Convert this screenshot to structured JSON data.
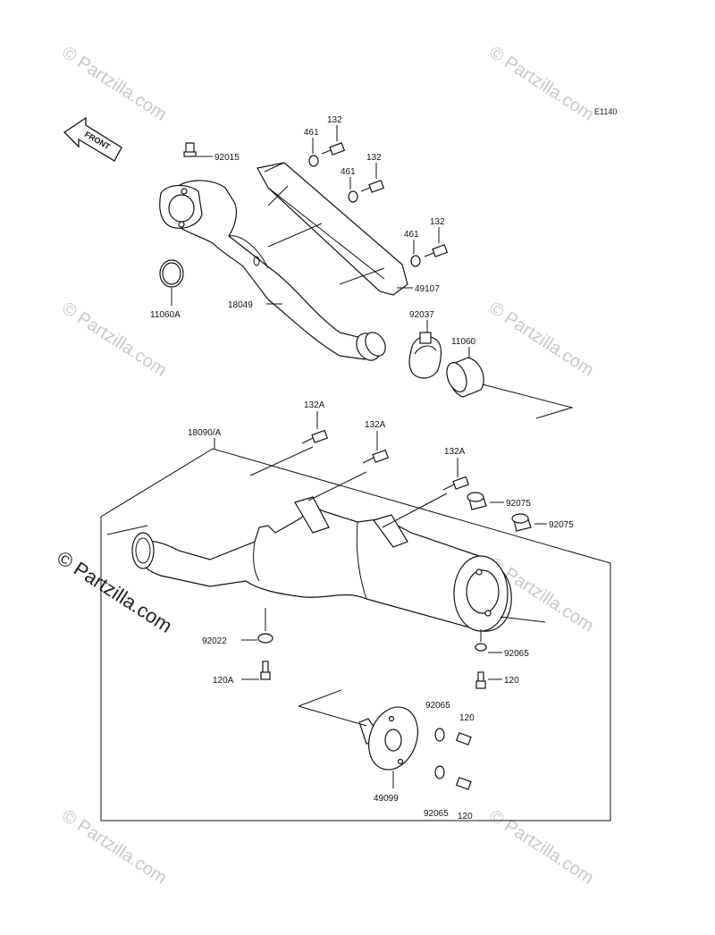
{
  "diagram": {
    "ref_code": "E1140",
    "front_label": "FRONT",
    "watermark_text": "© Partzilla.com",
    "callouts": {
      "p92015": "92015",
      "p461_a": "461",
      "p461_b": "461",
      "p461_c": "461",
      "p132_a": "132",
      "p132_b": "132",
      "p132_c": "132",
      "p11060A": "11060A",
      "p18049": "18049",
      "p49107": "49107",
      "p92037": "92037",
      "p11060": "11060",
      "p18090A": "18090/A",
      "p132A_a": "132A",
      "p132A_b": "132A",
      "p132A_c": "132A",
      "p92075_a": "92075",
      "p92075_b": "92075",
      "p92022": "92022",
      "p120A": "120A",
      "p92065_a": "92065",
      "p120_a": "120",
      "p92065_b": "92065",
      "p120_b": "120",
      "p49099": "49099",
      "p92065_c": "92065",
      "p120_c": "120"
    }
  }
}
